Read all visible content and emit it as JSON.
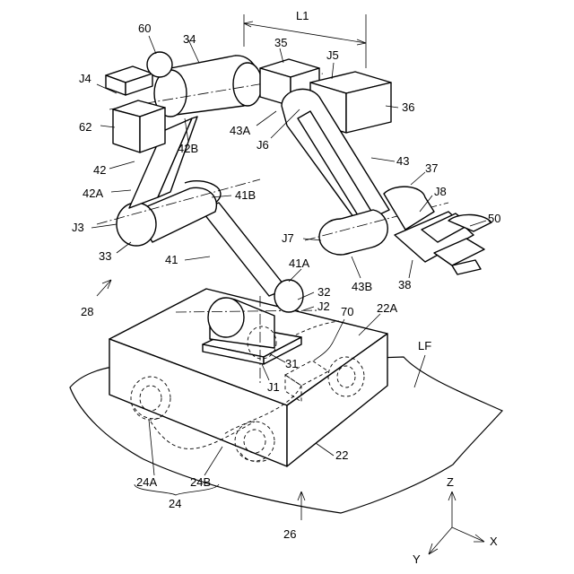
{
  "labels": {
    "l60": "60",
    "l34": "34",
    "lL1": "L1",
    "l35": "35",
    "lJ5": "J5",
    "lJ4": "J4",
    "l62": "62",
    "l42B": "42B",
    "l43A": "43A",
    "lJ6": "J6",
    "l36": "36",
    "l43": "43",
    "l37": "37",
    "l42": "42",
    "l42A": "42A",
    "l41B": "41B",
    "lJ8": "J8",
    "l50": "50",
    "lJ3": "J3",
    "lJ7": "J7",
    "l33": "33",
    "l41": "41",
    "l41A": "41A",
    "l43B": "43B",
    "l38": "38",
    "l32": "32",
    "lJ2": "J2",
    "l28": "28",
    "l70": "70",
    "l22A": "22A",
    "lLF": "LF",
    "l31": "31",
    "lJ1": "J1",
    "l22": "22",
    "l24A": "24A",
    "l24B": "24B",
    "l24": "24",
    "l26": "26",
    "lZ": "Z",
    "lX": "X",
    "lY": "Y"
  }
}
